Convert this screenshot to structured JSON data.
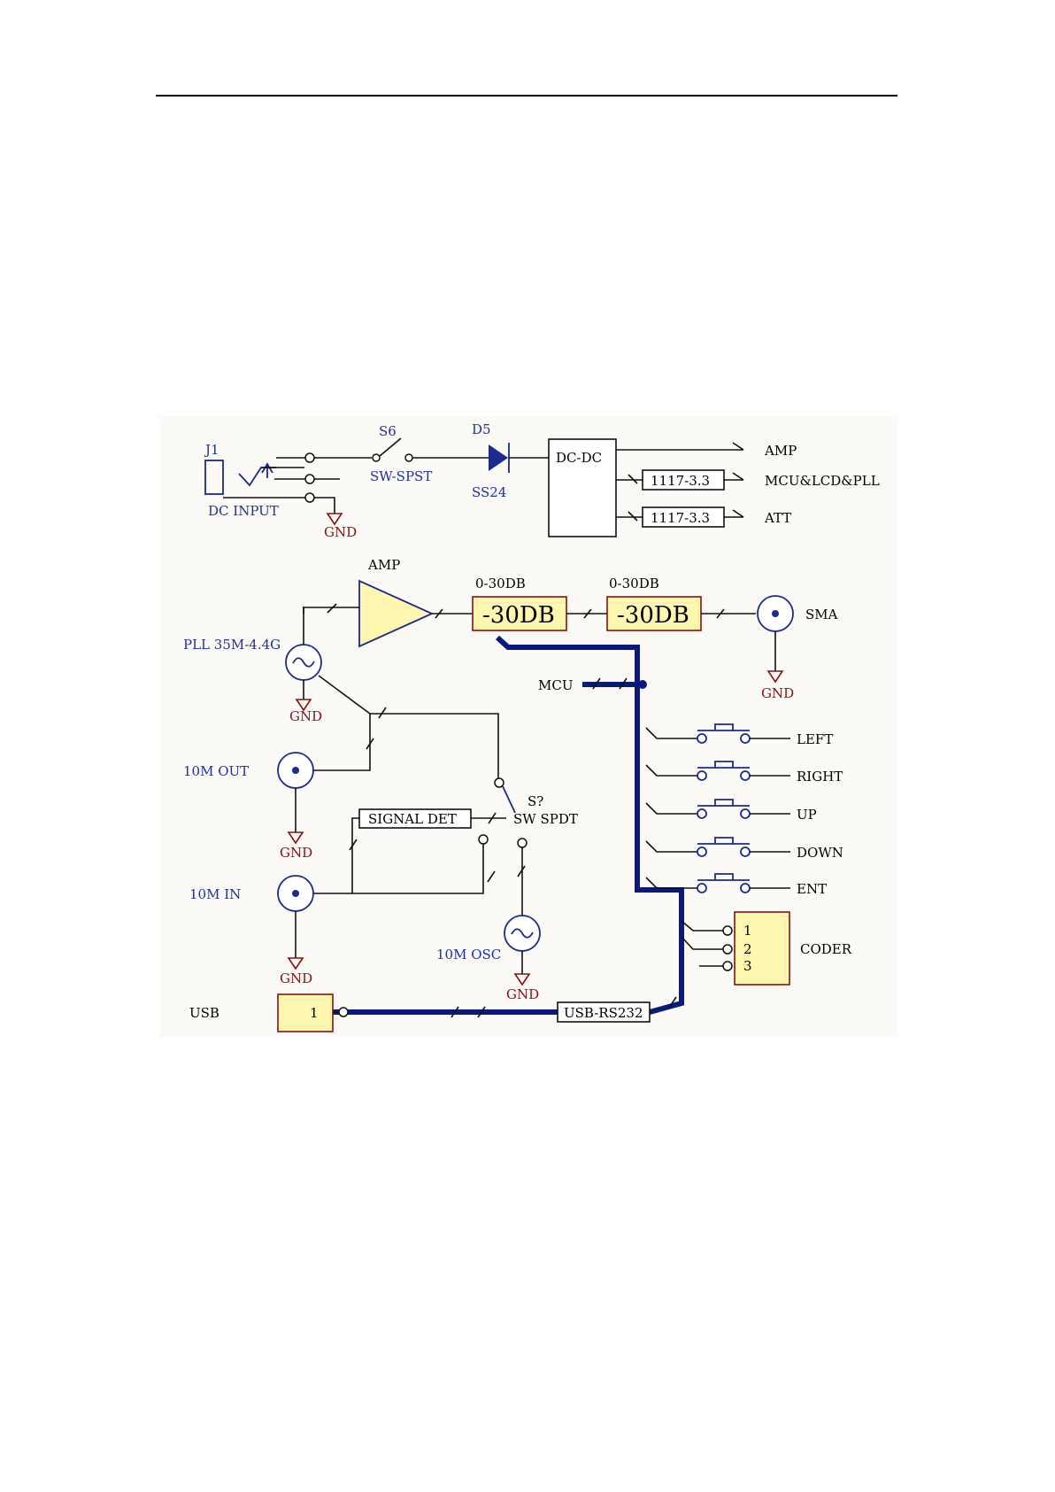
{
  "diagram": {
    "power": {
      "j1": "J1",
      "dc_input": "DC INPUT",
      "s6": "S6",
      "sw_spst": "SW-SPST",
      "d5": "D5",
      "ss24": "SS24",
      "dcdc": "DC-DC",
      "reg1": "1117-3.3",
      "reg2": "1117-3.3",
      "out_amp": "AMP",
      "out_mcu": "MCU&LCD&PLL",
      "out_att": "ATT",
      "gnd": "GND"
    },
    "rf": {
      "amp": "AMP",
      "att1_caption": "0-30DB",
      "att1_value": "-30DB",
      "att2_caption": "0-30DB",
      "att2_value": "-30DB",
      "sma": "SMA",
      "sma_gnd": "GND",
      "pll": "PLL 35M-4.4G",
      "pll_gnd": "GND"
    },
    "mcu": "MCU",
    "buttons": [
      "LEFT",
      "RIGHT",
      "UP",
      "DOWN",
      "ENT"
    ],
    "reference": {
      "out_10m": "10M OUT",
      "out_gnd": "GND",
      "in_10m": "10M IN",
      "in_gnd": "GND",
      "signal_det": "SIGNAL DET",
      "s7": "S?",
      "sw_spdt": "SW SPDT",
      "osc": "10M OSC",
      "osc_gnd": "GND"
    },
    "coder": {
      "label": "CODER",
      "pins": [
        "1",
        "2",
        "3"
      ]
    },
    "usb": {
      "label": "USB",
      "pin": "1",
      "bridge": "USB-RS232"
    }
  }
}
